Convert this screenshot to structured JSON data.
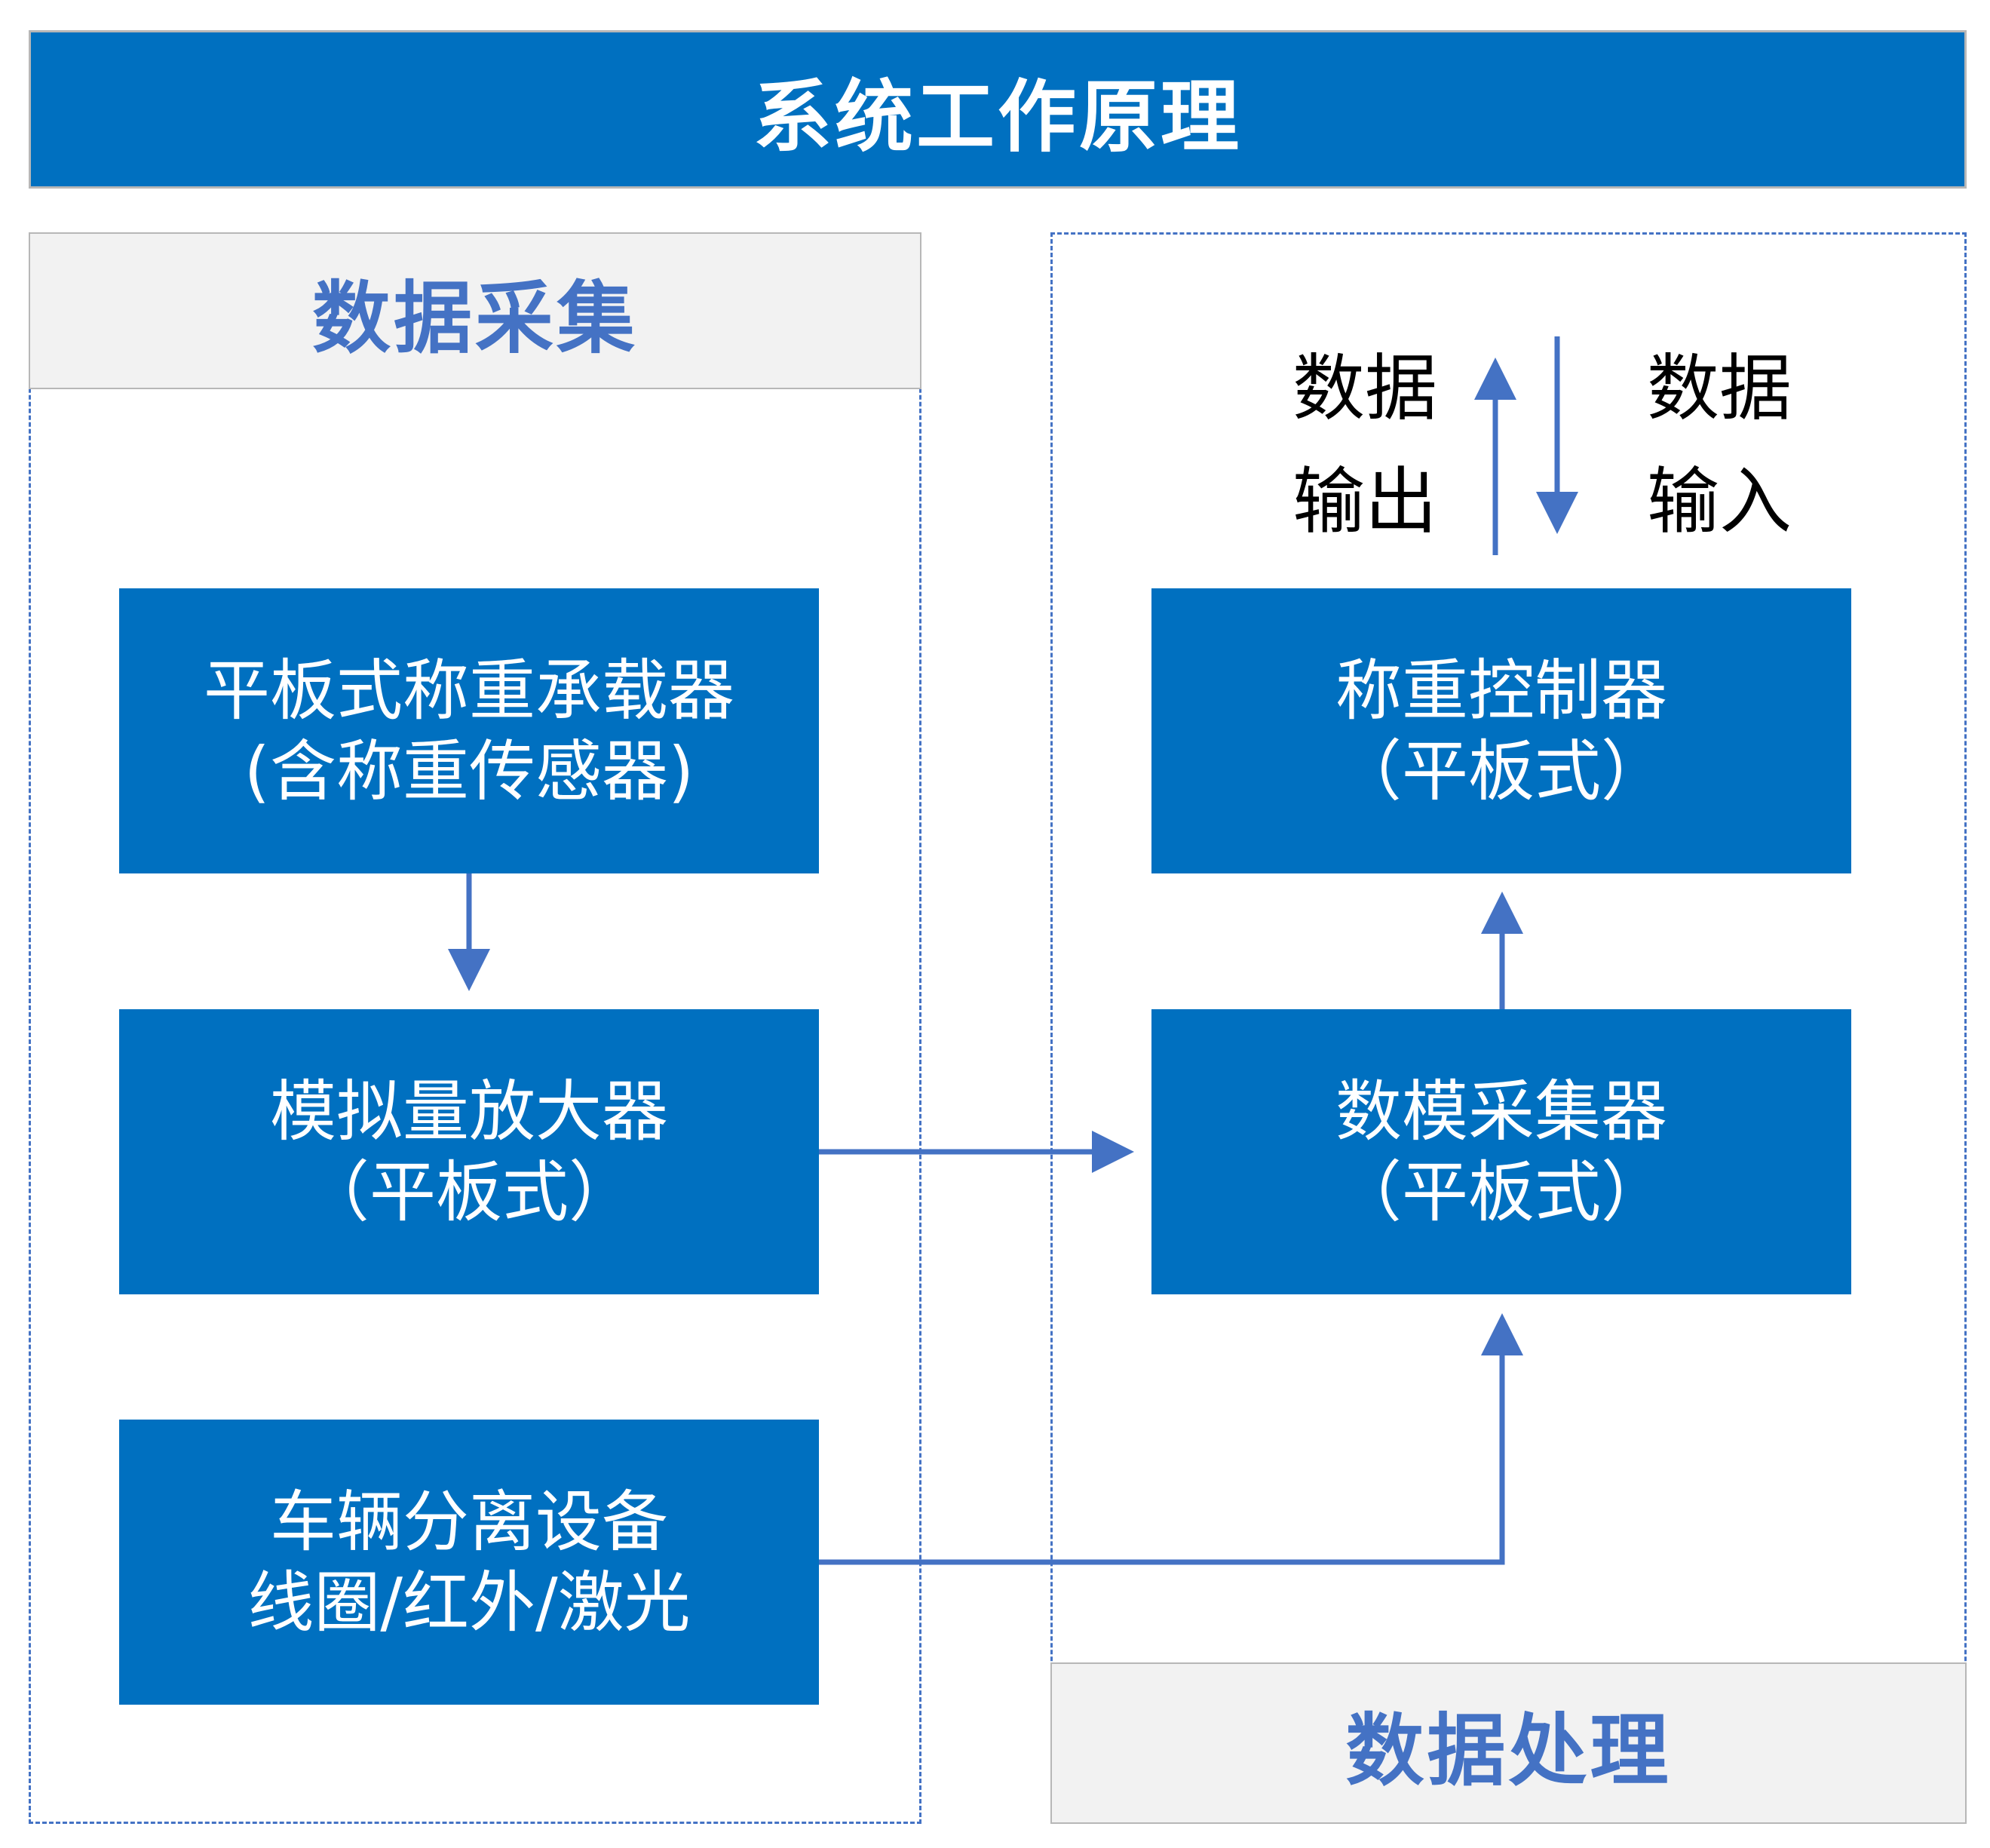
{
  "title": "系统工作原理",
  "sections": {
    "acquisition": {
      "label": "数据采集"
    },
    "processing": {
      "label": "数据处理"
    }
  },
  "boxes": {
    "load_carrier": {
      "line1": "平板式称重承载器",
      "line2": "(含称重传感器)"
    },
    "amplifier": {
      "line1": "模拟量放大器",
      "line2": "（平板式）"
    },
    "separation": {
      "line1": "车辆分离设备",
      "line2": "线圈/红外/激光"
    },
    "controller": {
      "line1": "称重控制器",
      "line2": "（平板式）"
    },
    "da_collector": {
      "line1": "数模采集器",
      "line2": "（平板式）"
    }
  },
  "io_labels": {
    "output": {
      "line1": "数据",
      "line2": "输出"
    },
    "input": {
      "line1": "数据",
      "line2": "输入"
    }
  },
  "colors": {
    "banner": "#0070C0",
    "box": "#0070C0",
    "header_bg": "#F2F2F2",
    "header_text": "#4472C4",
    "arrow": "#4472C4",
    "dashed_border": "#4472C4"
  }
}
